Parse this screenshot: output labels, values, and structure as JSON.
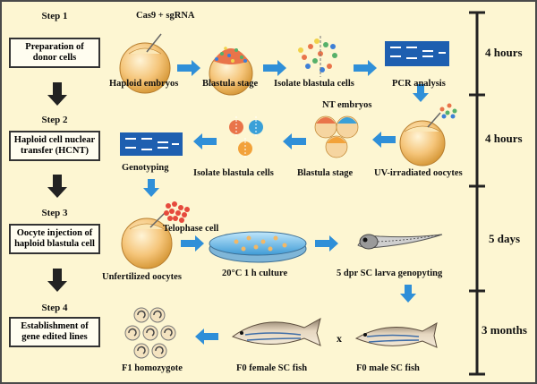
{
  "steps": [
    {
      "title": "Step 1",
      "box": "Preparation of donor cells"
    },
    {
      "title": "Step 2",
      "box": "Haploid cell nuclear transfer (HCNT)"
    },
    {
      "title": "Step 3",
      "box": "Oocyte injection of haploid blastula cell"
    },
    {
      "title": "Step 4",
      "box": "Establishment of gene edited lines"
    }
  ],
  "labels": {
    "cas9": "Cas9 + sgRNA",
    "haploid_embryos": "Haploid embryos",
    "blastula_stage_1": "Blastula stage",
    "isolate_blastula_1": "Isolate blastula cells",
    "pcr": "PCR analysis",
    "nt_embryos": "NT embryos",
    "uv_oocytes": "UV-irradiated oocytes",
    "blastula_stage_2": "Blastula stage",
    "isolate_blastula_2": "Isolate blastula cells",
    "genotyping": "Genotyping",
    "telophase": "Telophase cell",
    "unfertilized": "Unfertilized oocytes",
    "culture": "20°C 1 h culture",
    "larva": "5 dpr SC larva genopyting",
    "f1": "F1 homozygote",
    "f0_female": "F0 female SC fish",
    "cross": "x",
    "f0_male": "F0 male SC fish"
  },
  "durations": [
    "4 hours",
    "4 hours",
    "5 days",
    "3 months"
  ],
  "colors": {
    "background": "#fdf6d2",
    "arrow_blue": "#2f8fd8",
    "arrow_dark": "#222222",
    "gel": "#1e5fb0",
    "oocyte": "#f2b866"
  }
}
